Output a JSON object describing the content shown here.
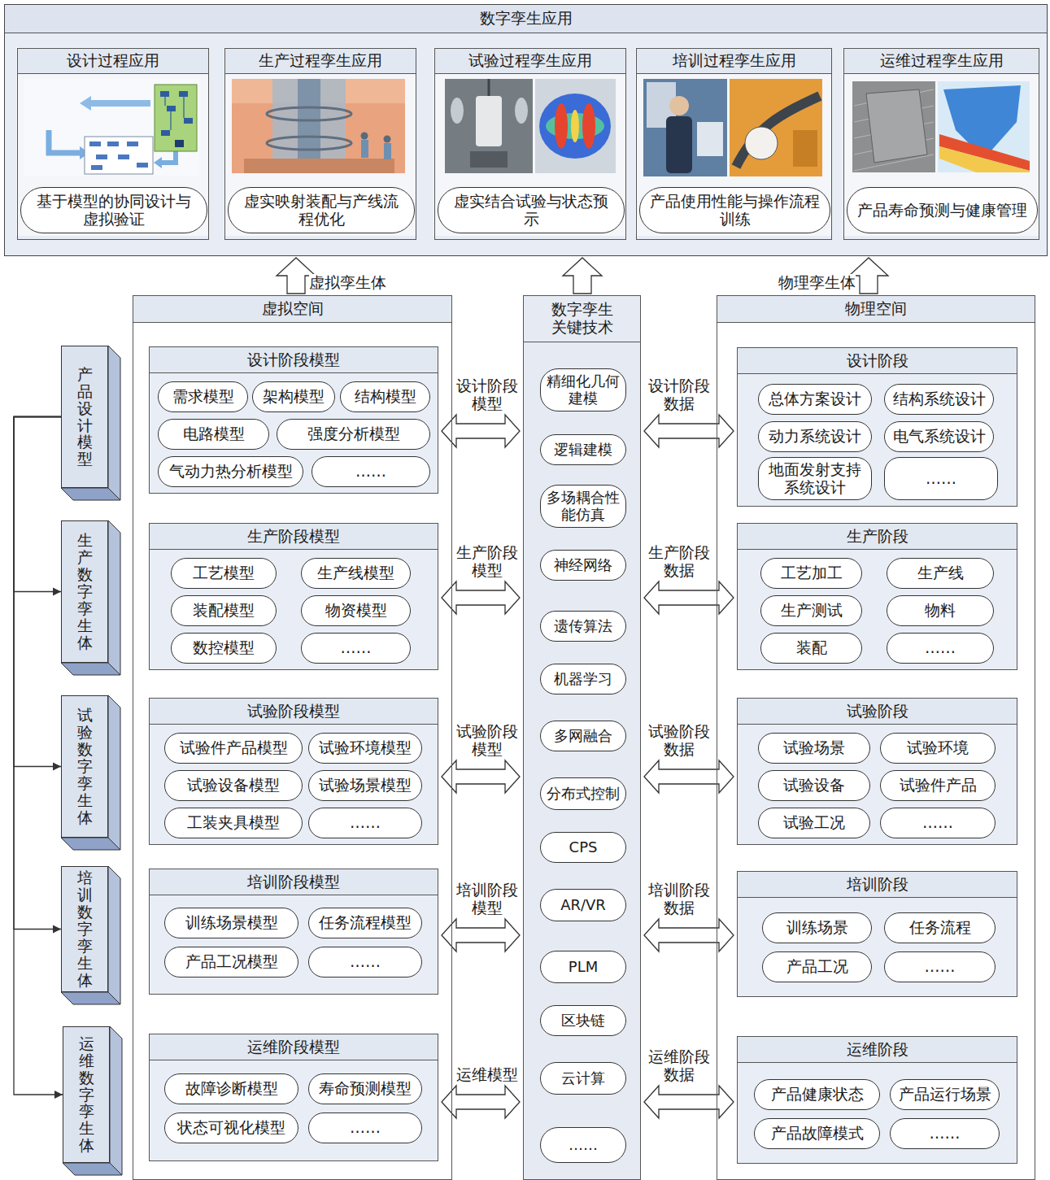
{
  "diagram": {
    "nodes": [
      {
        "text": [
          "数字孪生应用"
        ]
      },
      {
        "text": [
          "设计过程应用"
        ],
        "in": 0
      },
      {
        "text": [
          "基于模型的协同设计与虚拟验证"
        ],
        "in": 1
      },
      {
        "text": [
          "生产过程孪生应用"
        ],
        "in": 0
      },
      {
        "text": [
          "虚实映射装配与产线流程优化"
        ],
        "in": 3
      },
      {
        "text": [
          "试验过程孪生应用"
        ],
        "in": 0
      },
      {
        "text": [
          "虚实结合试验与状态预示"
        ],
        "in": 5
      },
      {
        "text": [
          "培训过程孪生应用"
        ],
        "in": 0
      },
      {
        "text": [
          "产品使用性能与操作流程训练"
        ],
        "in": 7
      },
      {
        "text": [
          "运维过程孪生应用"
        ],
        "in": 0
      },
      {
        "text": [
          "产品寿命预测与健康管理"
        ],
        "in": 9
      },
      {
        "text": [
          "产品设计模型"
        ]
      },
      {
        "text": [
          "生产数字孪生体"
        ]
      },
      {
        "text": [
          "试验数字孪生体"
        ]
      },
      {
        "text": [
          "培训数字孪生体"
        ]
      },
      {
        "text": [
          "运维数字孪生体"
        ]
      },
      {
        "text": [
          "虚拟空间"
        ]
      },
      {
        "text": [
          "设计阶段模型"
        ],
        "in": 16
      },
      {
        "text": [
          "需求模型"
        ],
        "in": 17
      },
      {
        "text": [
          "架构模型"
        ],
        "in": 17
      },
      {
        "text": [
          "结构模型"
        ],
        "in": 17
      },
      {
        "text": [
          "电路模型"
        ],
        "in": 17
      },
      {
        "text": [
          "强度分析模型"
        ],
        "in": 17
      },
      {
        "text": [
          "气动力热分析模型"
        ],
        "in": 17
      },
      {
        "text": [
          "……"
        ],
        "in": 17
      },
      {
        "text": [
          "生产阶段模型"
        ],
        "in": 16
      },
      {
        "text": [
          "工艺模型"
        ],
        "in": 25
      },
      {
        "text": [
          "生产线模型"
        ],
        "in": 25
      },
      {
        "text": [
          "装配模型"
        ],
        "in": 25
      },
      {
        "text": [
          "物资模型"
        ],
        "in": 25
      },
      {
        "text": [
          "数控模型"
        ],
        "in": 25
      },
      {
        "text": [
          "……"
        ],
        "in": 25
      },
      {
        "text": [
          "试验阶段模型"
        ],
        "in": 16
      },
      {
        "text": [
          "试验件产品模型"
        ],
        "in": 32
      },
      {
        "text": [
          "试验环境模型"
        ],
        "in": 32
      },
      {
        "text": [
          "试验设备模型"
        ],
        "in": 32
      },
      {
        "text": [
          "试验场景模型"
        ],
        "in": 32
      },
      {
        "text": [
          "工装夹具模型"
        ],
        "in": 32
      },
      {
        "text": [
          "……"
        ],
        "in": 32
      },
      {
        "text": [
          "培训阶段模型"
        ],
        "in": 16
      },
      {
        "text": [
          "训练场景模型"
        ],
        "in": 39
      },
      {
        "text": [
          "任务流程模型"
        ],
        "in": 39
      },
      {
        "text": [
          "产品工况模型"
        ],
        "in": 39
      },
      {
        "text": [
          "……"
        ],
        "in": 39
      },
      {
        "text": [
          "运维阶段模型"
        ],
        "in": 16
      },
      {
        "text": [
          "故障诊断模型"
        ],
        "in": 44
      },
      {
        "text": [
          "寿命预测模型"
        ],
        "in": 44
      },
      {
        "text": [
          "状态可视化模型"
        ],
        "in": 44
      },
      {
        "text": [
          "……"
        ],
        "in": 44
      },
      {
        "text": [
          "数字孪生关键技术"
        ]
      },
      {
        "text": [
          "精细化几何建模"
        ],
        "in": 49
      },
      {
        "text": [
          "逻辑建模"
        ],
        "in": 49
      },
      {
        "text": [
          "多场耦合性能仿真"
        ],
        "in": 49
      },
      {
        "text": [
          "神经网络"
        ],
        "in": 49
      },
      {
        "text": [
          "遗传算法"
        ],
        "in": 49
      },
      {
        "text": [
          "机器学习"
        ],
        "in": 49
      },
      {
        "text": [
          "多网融合"
        ],
        "in": 49
      },
      {
        "text": [
          "分布式控制"
        ],
        "in": 49
      },
      {
        "text": [
          "CPS"
        ],
        "in": 49
      },
      {
        "text": [
          "AR/VR"
        ],
        "in": 49
      },
      {
        "text": [
          "PLM"
        ],
        "in": 49
      },
      {
        "text": [
          "区块链"
        ],
        "in": 49
      },
      {
        "text": [
          "云计算"
        ],
        "in": 49
      },
      {
        "text": [
          "……"
        ],
        "in": 49
      },
      {
        "text": [
          "物理空间"
        ]
      },
      {
        "text": [
          "设计阶段"
        ],
        "in": 64
      },
      {
        "text": [
          "总体方案设计"
        ],
        "in": 65
      },
      {
        "text": [
          "结构系统设计"
        ],
        "in": 65
      },
      {
        "text": [
          "动力系统设计"
        ],
        "in": 65
      },
      {
        "text": [
          "电气系统设计"
        ],
        "in": 65
      },
      {
        "text": [
          "地面发射支持系统设计"
        ],
        "in": 65
      },
      {
        "text": [
          "……"
        ],
        "in": 65
      },
      {
        "text": [
          "生产阶段"
        ],
        "in": 64
      },
      {
        "text": [
          "工艺加工"
        ],
        "in": 72
      },
      {
        "text": [
          "生产线"
        ],
        "in": 72
      },
      {
        "text": [
          "生产测试"
        ],
        "in": 72
      },
      {
        "text": [
          "物料"
        ],
        "in": 72
      },
      {
        "text": [
          "装配"
        ],
        "in": 72
      },
      {
        "text": [
          "……"
        ],
        "in": 72
      },
      {
        "text": [
          "试验阶段"
        ],
        "in": 64
      },
      {
        "text": [
          "试验场景"
        ],
        "in": 79
      },
      {
        "text": [
          "试验环境"
        ],
        "in": 79
      },
      {
        "text": [
          "试验设备"
        ],
        "in": 79
      },
      {
        "text": [
          "试验件产品"
        ],
        "in": 79
      },
      {
        "text": [
          "试验工况"
        ],
        "in": 79
      },
      {
        "text": [
          "……"
        ],
        "in": 79
      },
      {
        "text": [
          "培训阶段"
        ],
        "in": 64
      },
      {
        "text": [
          "训练场景"
        ],
        "in": 86
      },
      {
        "text": [
          "任务流程"
        ],
        "in": 86
      },
      {
        "text": [
          "产品工况"
        ],
        "in": 86
      },
      {
        "text": [
          "……"
        ],
        "in": 86
      },
      {
        "text": [
          "运维阶段"
        ],
        "in": 64
      },
      {
        "text": [
          "产品健康状态"
        ],
        "in": 91
      },
      {
        "text": [
          "产品运行场景"
        ],
        "in": 91
      },
      {
        "text": [
          "产品故障模式"
        ],
        "in": 91
      },
      {
        "text": [
          "……"
        ],
        "in": 91
      }
    ],
    "edges": [
      {
        "from": 11,
        "to": 12,
        "arrow": "to"
      },
      {
        "from": 11,
        "to": 13,
        "arrow": "to"
      },
      {
        "from": 11,
        "to": 14,
        "arrow": "to"
      },
      {
        "from": 11,
        "to": 15,
        "arrow": "to"
      },
      {
        "from": 17,
        "to": 49,
        "label": "设计阶段模型",
        "arrow": "both"
      },
      {
        "from": 25,
        "to": 49,
        "label": "生产阶段模型",
        "arrow": "both"
      },
      {
        "from": 32,
        "to": 49,
        "label": "试验阶段模型",
        "arrow": "both"
      },
      {
        "from": 39,
        "to": 49,
        "label": "培训阶段模型",
        "arrow": "both"
      },
      {
        "from": 44,
        "to": 49,
        "label": "运维模型",
        "arrow": "both"
      },
      {
        "from": 49,
        "to": 65,
        "label": "设计阶段数据",
        "arrow": "both"
      },
      {
        "from": 49,
        "to": 72,
        "label": "生产阶段数据",
        "arrow": "both"
      },
      {
        "from": 49,
        "to": 79,
        "label": "试验阶段数据",
        "arrow": "both"
      },
      {
        "from": 49,
        "to": 86,
        "label": "培训阶段数据",
        "arrow": "both"
      },
      {
        "from": 49,
        "to": 91,
        "label": "运维阶段数据",
        "arrow": "both"
      },
      {
        "from": 16,
        "to": 0,
        "label": "虚拟孪生体",
        "arrow": "to"
      },
      {
        "from": 49,
        "to": 0,
        "arrow": "to"
      },
      {
        "from": 64,
        "to": 0,
        "label": "物理孪生体",
        "arrow": "to"
      }
    ]
  }
}
